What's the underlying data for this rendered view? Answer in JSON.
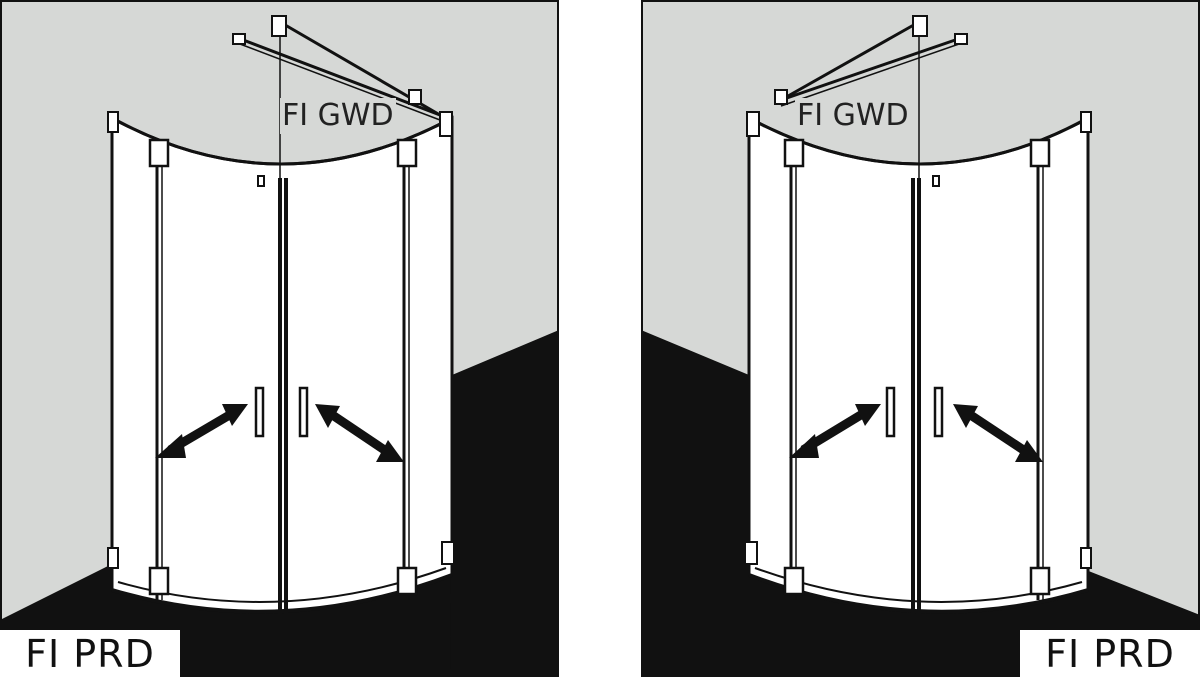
{
  "diagrams": [
    {
      "id": "left",
      "fixed_panel_label": "FI PRD",
      "wall_rail_label": "FI GWD",
      "wall_color": "#d6d8d6",
      "floor_color": "#111111",
      "arrow_icon": "double-headed-arrow-icon"
    },
    {
      "id": "right",
      "fixed_panel_label": "FI PRD",
      "wall_rail_label": "FI GWD",
      "wall_color": "#d6d8d6",
      "floor_color": "#111111",
      "arrow_icon": "double-headed-arrow-icon"
    }
  ]
}
